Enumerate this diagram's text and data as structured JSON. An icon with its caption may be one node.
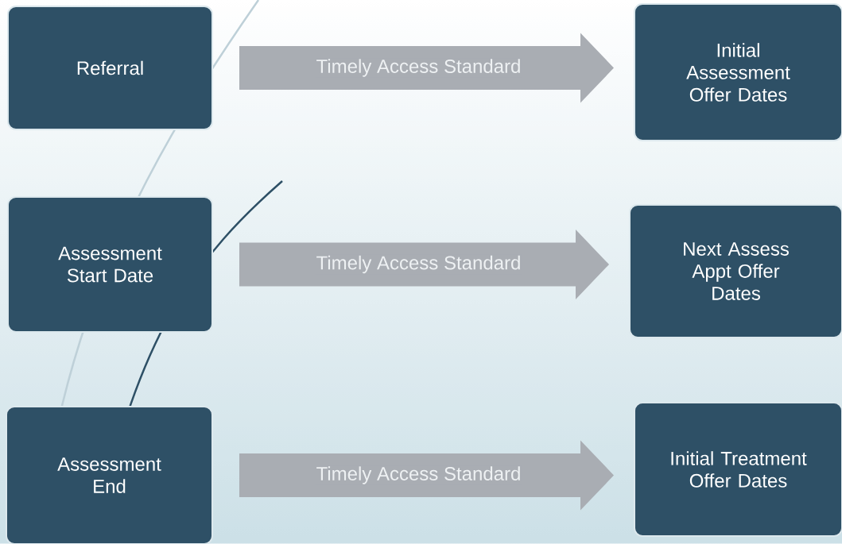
{
  "diagram": {
    "nodes": [
      {
        "text": [
          "Referral"
        ]
      },
      {
        "text": [
          "Initial Assessment Offer Dates"
        ]
      },
      {
        "text": [
          "Assessment Start Date"
        ]
      },
      {
        "text": [
          "Next Assess Appt Offer Dates"
        ]
      },
      {
        "text": [
          "Assessment End"
        ]
      },
      {
        "text": [
          "Initial Treatment Offer Dates"
        ]
      }
    ],
    "edges": [
      {
        "from": 0,
        "to": 1,
        "arrow": "to",
        "label": "Timely Access Standard"
      },
      {
        "from": 2,
        "to": 3,
        "arrow": "to",
        "label": "Timely Access Standard"
      },
      {
        "from": 4,
        "to": 5,
        "arrow": "to",
        "label": "Timely Access Standard"
      }
    ]
  }
}
